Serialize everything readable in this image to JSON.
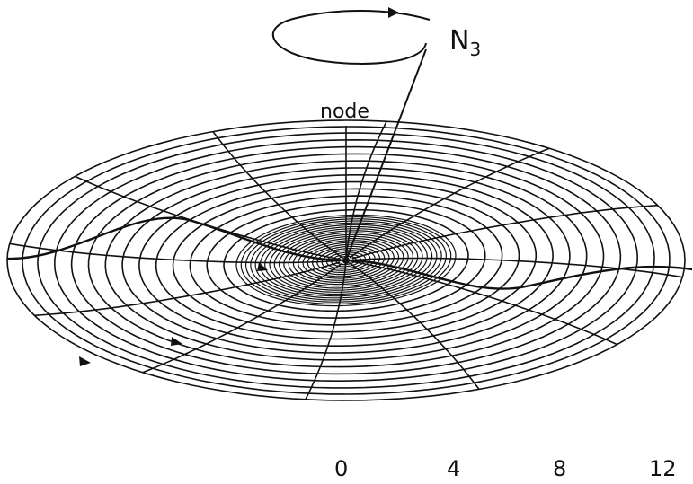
{
  "labels": {
    "node": "node",
    "n3_base": "N",
    "n3_sub": "3"
  },
  "scale_ticks": [
    "0",
    "4",
    "8",
    "12"
  ],
  "colors": {
    "ink": "#111111",
    "background": "#ffffff"
  }
}
